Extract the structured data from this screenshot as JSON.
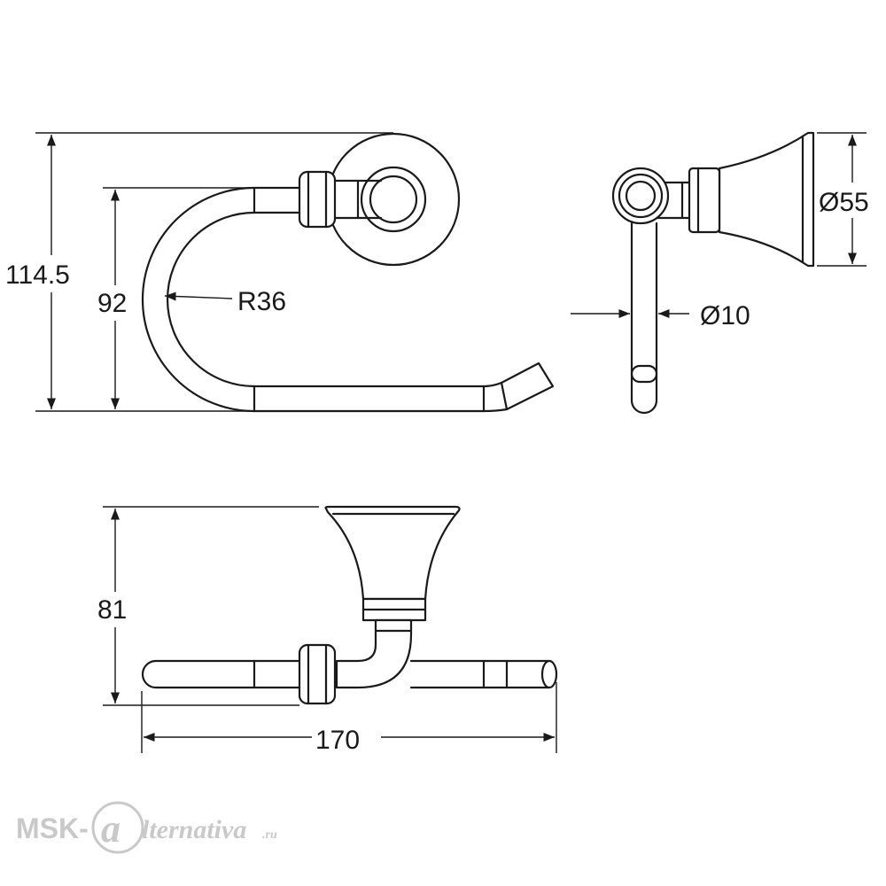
{
  "dimensions": {
    "total_height": "114.5",
    "inner_height": "92",
    "radius": "R36",
    "diameter_base": "Ø55",
    "diameter_rod": "Ø10",
    "depth": "81",
    "width": "170"
  },
  "watermark": {
    "prefix": "MSK-",
    "logo_letter": "a",
    "suffix": "lternativa",
    "tld": ".ru"
  },
  "colors": {
    "line": "#1a1a1a",
    "watermark": "#c9c9c9"
  }
}
